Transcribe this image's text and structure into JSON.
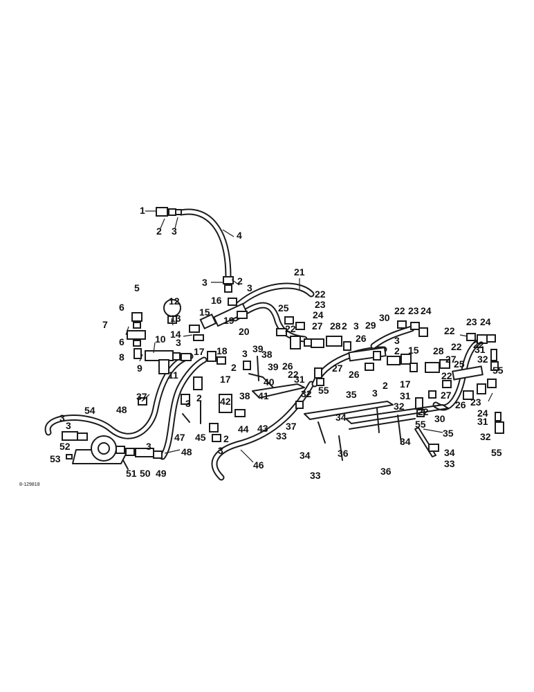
{
  "diagram_code": "8-129818",
  "callouts": {
    "c1": "1",
    "c2": "2",
    "c3": "3",
    "c4": "4",
    "c5": "5",
    "c6": "6",
    "c7": "7",
    "c8": "8",
    "c9": "9",
    "c10": "10",
    "c11": "11",
    "c12": "12",
    "c13": "13",
    "c14": "14",
    "c15": "15",
    "c16": "16",
    "c17": "17",
    "c18": "18",
    "c19": "19",
    "c20": "20",
    "c21": "21",
    "c22": "22",
    "c23": "23",
    "c24": "24",
    "c25": "25",
    "c26": "26",
    "c27": "27",
    "c28": "28",
    "c29": "29",
    "c30": "30",
    "c31": "31",
    "c32": "32",
    "c33": "33",
    "c34": "34",
    "c35": "35",
    "c36": "36",
    "c37": "37",
    "c38": "38",
    "c39": "39",
    "c40": "40",
    "c41": "41",
    "c42": "42",
    "c43": "43",
    "c44": "44",
    "c45": "45",
    "c46": "46",
    "c47": "47",
    "c48": "48",
    "c49": "49",
    "c50": "50",
    "c51": "51",
    "c52": "52",
    "c53": "53",
    "c54": "54",
    "c55": "55"
  }
}
